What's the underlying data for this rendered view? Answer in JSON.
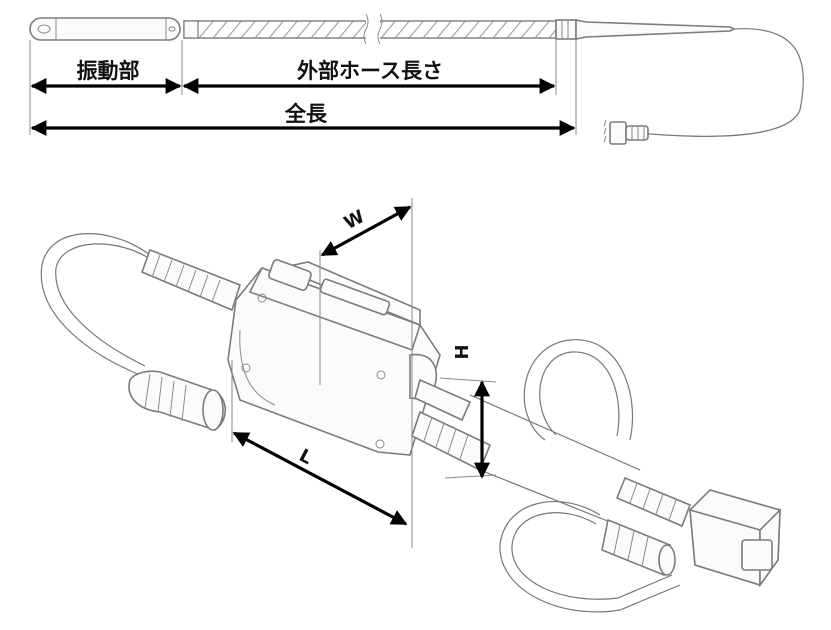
{
  "labels": {
    "vibration_section": "振動部",
    "external_hose_length": "外部ホース長さ",
    "overall_length": "全長",
    "width": "W",
    "height": "H",
    "length": "L"
  },
  "colors": {
    "dimension_line": "#000000",
    "outline": "#7c7c7c",
    "hatch": "#8a8a8a"
  }
}
